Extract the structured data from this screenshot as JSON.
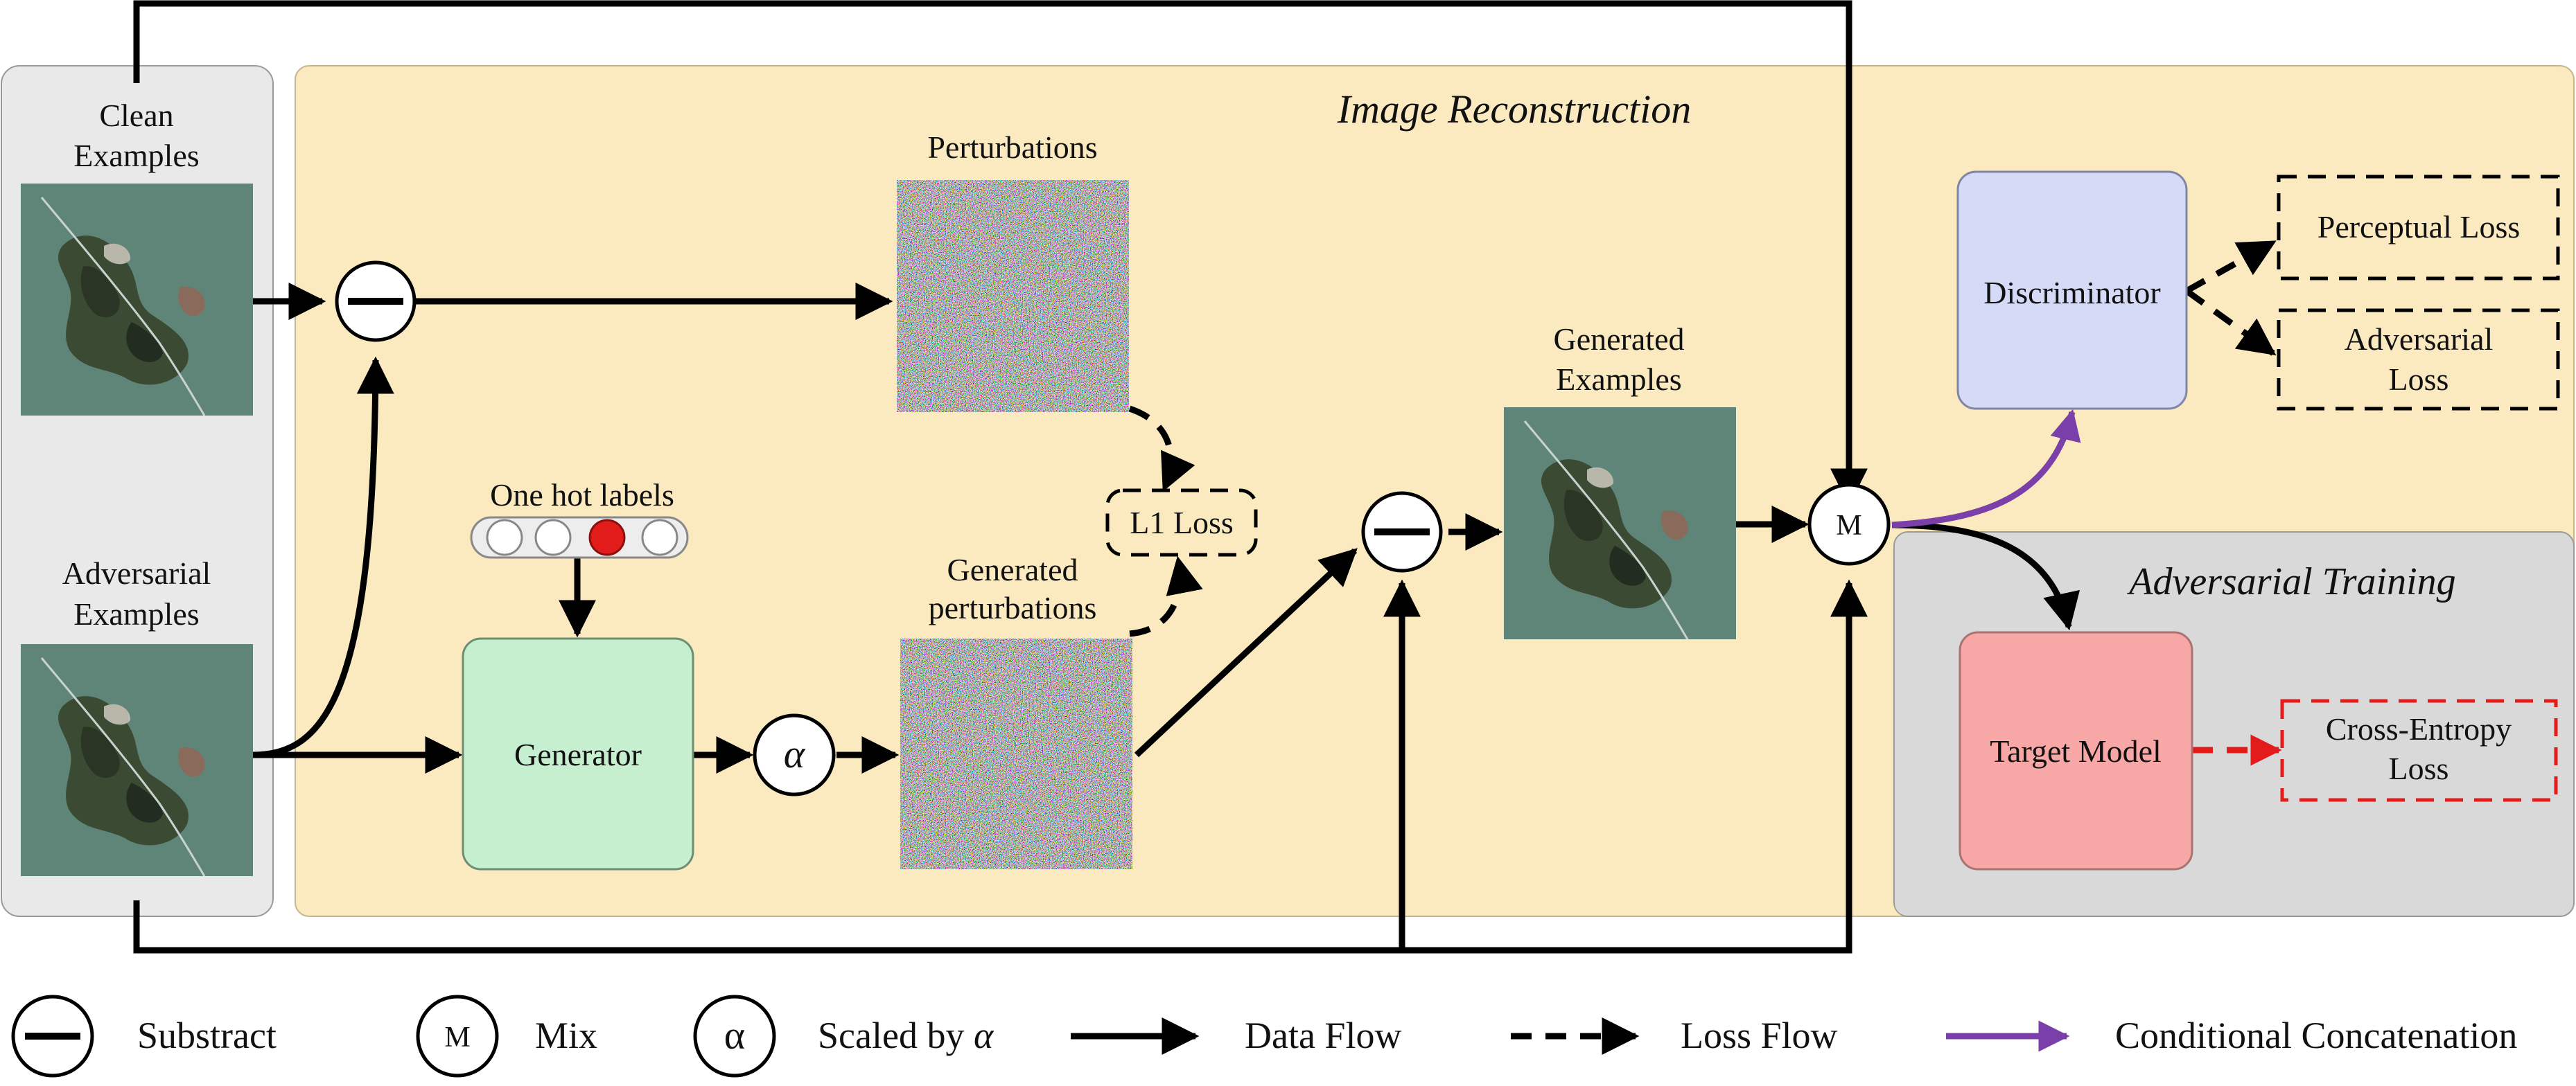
{
  "sections": {
    "image_reconstruction": "Image Reconstruction",
    "adversarial_training": "Adversarial Training"
  },
  "inputs": {
    "clean_line1": "Clean",
    "clean_line2": "Examples",
    "adv_line1": "Adversarial",
    "adv_line2": "Examples"
  },
  "nodes": {
    "perturbations": "Perturbations",
    "one_hot": "One hot labels",
    "generator": "Generator",
    "alpha": "α",
    "gen_pert_line1": "Generated",
    "gen_pert_line2": "perturbations",
    "l1_loss": "L1 Loss",
    "gen_ex_line1": "Generated",
    "gen_ex_line2": "Examples",
    "mix": "M",
    "discriminator": "Discriminator",
    "perceptual_loss": "Perceptual Loss",
    "adv_loss_line1": "Adversarial",
    "adv_loss_line2": "Loss",
    "target_model": "Target Model",
    "ce_line1": "Cross-Entropy",
    "ce_line2": "Loss"
  },
  "one_hot_active_index": 2,
  "legend": {
    "subtract": "Substract",
    "mix_symbol": "M",
    "mix": "Mix",
    "alpha_symbol": "α",
    "scaled_prefix": "Scaled by",
    "scaled_alpha": "α",
    "data_flow": "Data Flow",
    "loss_flow": "Loss Flow",
    "conditional": "Conditional Concatenation"
  },
  "colors": {
    "recon_bg": "#FBE9C0",
    "input_panel_bg": "#E9E9EA",
    "adv_panel_bg": "#D9D9D9",
    "generator_fill": "#C6EFCF",
    "discriminator_fill": "#D5DBF6",
    "target_fill": "#F7A8A6",
    "onehot_active": "#E21B1B",
    "purple": "#7A3FA8",
    "red_dash": "#E21B1B"
  }
}
